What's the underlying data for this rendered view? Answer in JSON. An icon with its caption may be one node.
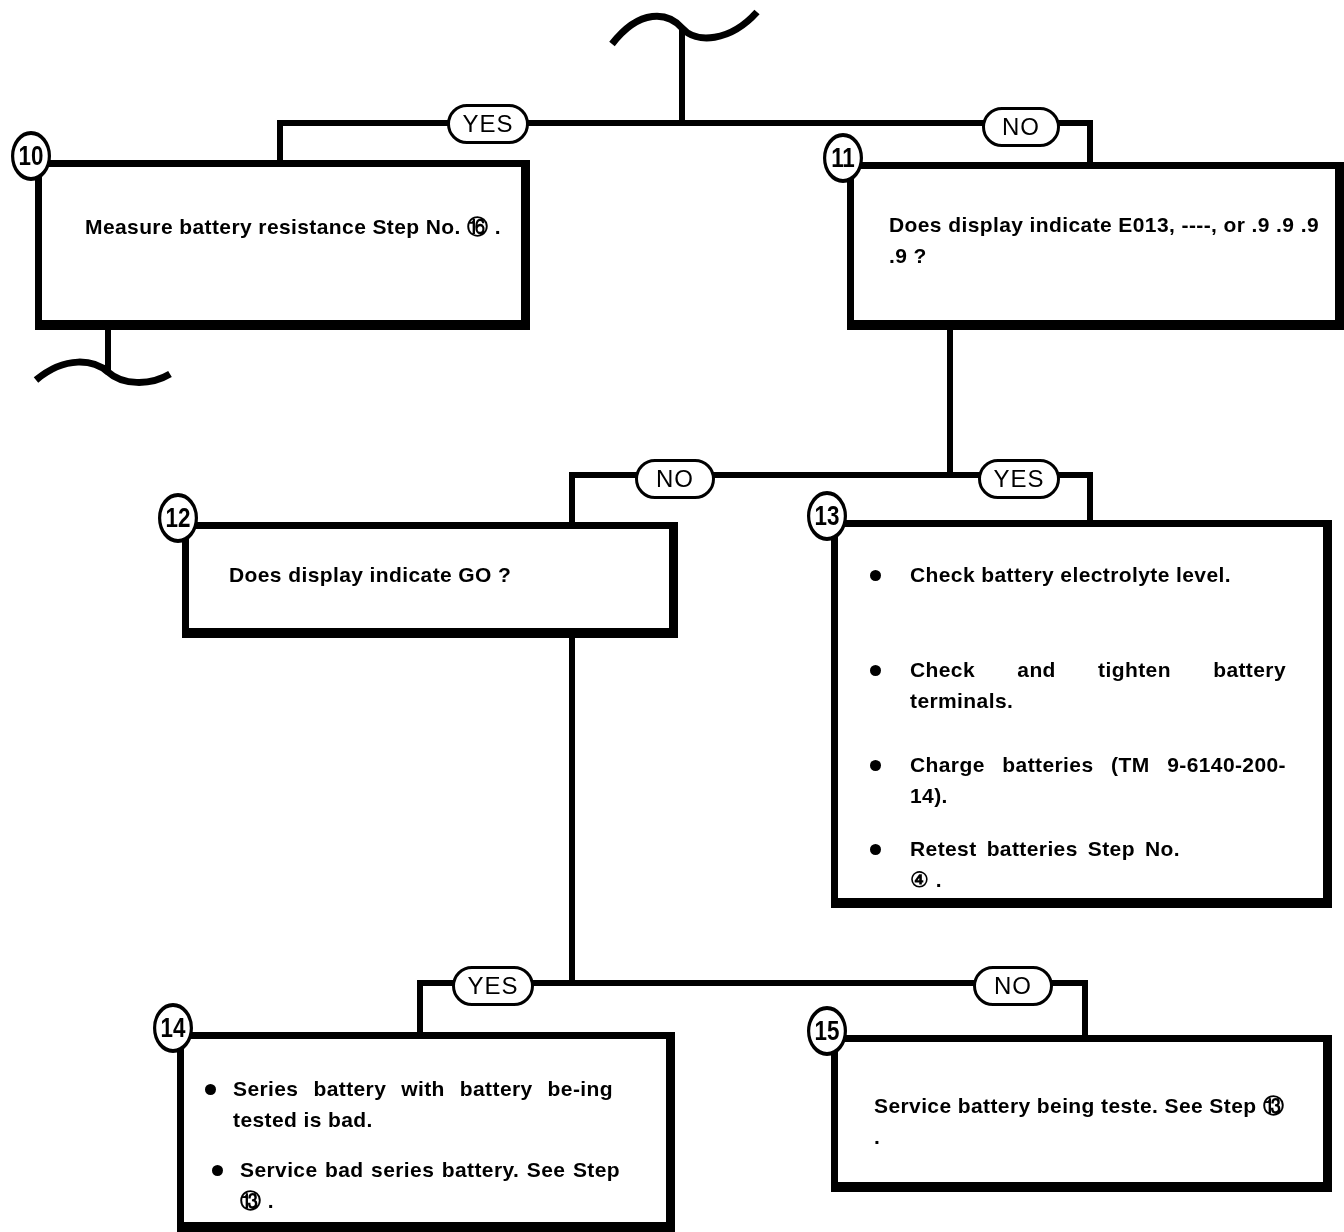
{
  "diagram": {
    "nodes": [
      {
        "text": [
          "10",
          "Measure battery resistance Step No. ⑯ ."
        ]
      },
      {
        "text": [
          "11",
          "Does display indicate E013, ----, or .9 .9 .9 .9 ?"
        ]
      },
      {
        "text": [
          "12",
          "Does display indicate GO ?"
        ]
      },
      {
        "text": [
          "13",
          "Check battery electrolyte level.",
          "Check and tighten battery terminals.",
          "Charge batteries (TM 9-6140-200-14).",
          "Retest batteries Step No. ④ ."
        ]
      },
      {
        "text": [
          "14",
          "Series battery with battery be-ing tested is bad.",
          "Service bad series battery. See Step ⑬ ."
        ]
      },
      {
        "text": [
          "15",
          "Service battery being teste. See Step ⑬ ."
        ]
      }
    ],
    "edges": [
      {
        "from": null,
        "to": 0,
        "arrow": "none",
        "label": "YES"
      },
      {
        "from": null,
        "to": 1,
        "arrow": "none",
        "label": "NO"
      },
      {
        "from": 0,
        "to": null,
        "arrow": "none"
      },
      {
        "from": 1,
        "to": 2,
        "arrow": "none",
        "label": "NO"
      },
      {
        "from": 1,
        "to": 3,
        "arrow": "none",
        "label": "YES"
      },
      {
        "from": 2,
        "to": 4,
        "arrow": "none",
        "label": "YES"
      },
      {
        "from": 2,
        "to": 5,
        "arrow": "none",
        "label": "NO"
      }
    ]
  }
}
